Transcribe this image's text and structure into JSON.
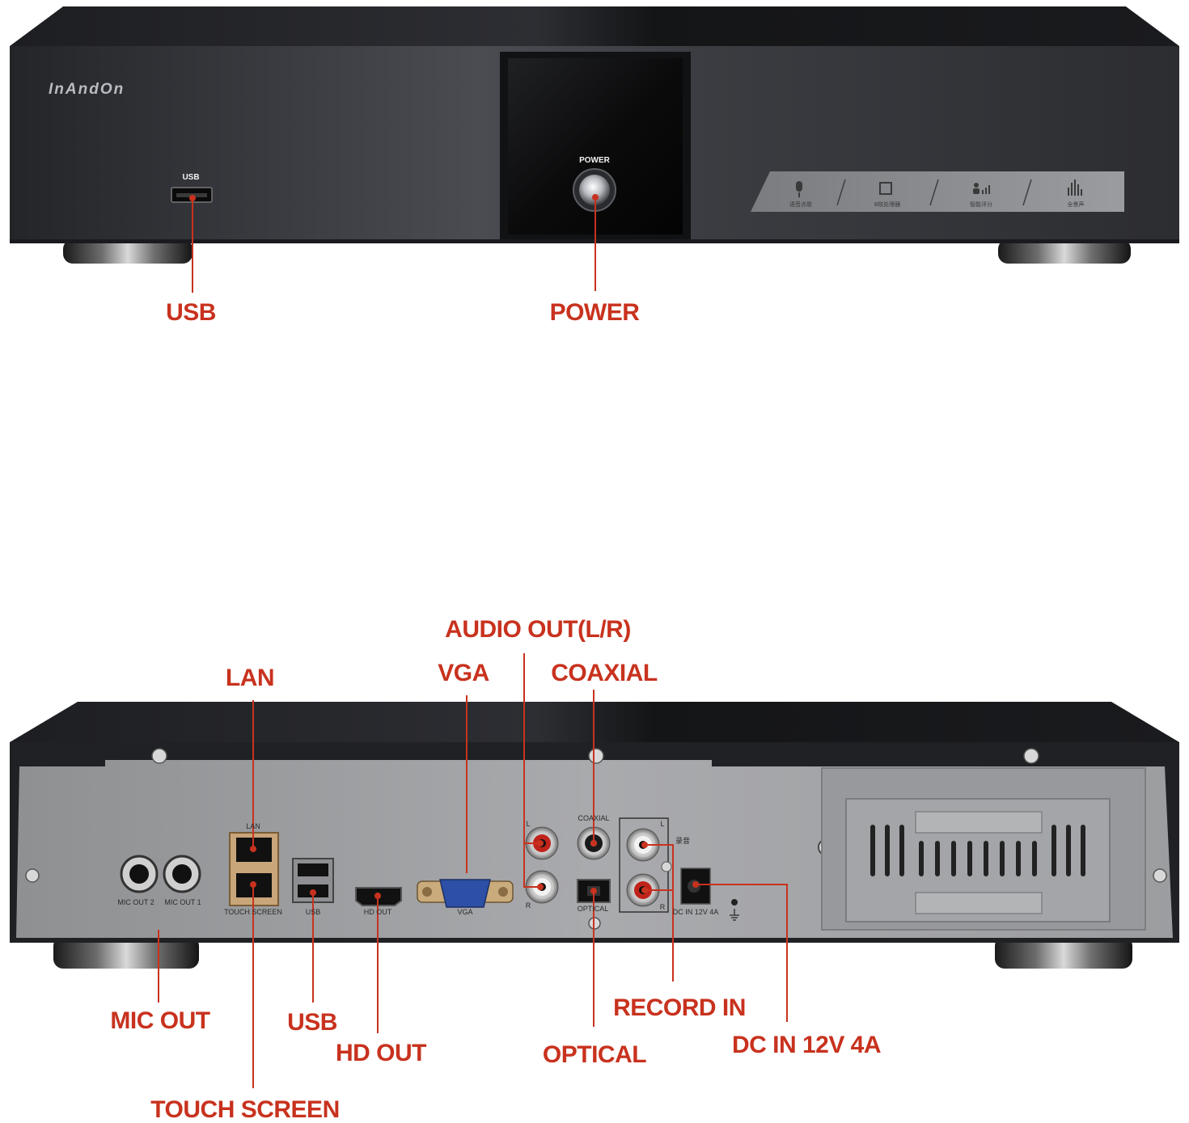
{
  "front": {
    "brand": "InAndOn",
    "usb_print": "USB",
    "power_print": "POWER",
    "features": [
      {
        "label": "语音点歌",
        "icon": "microphone-icon"
      },
      {
        "label": "8核处理器",
        "icon": "chip-icon"
      },
      {
        "label": "智能评分",
        "icon": "scoring-icon"
      },
      {
        "label": "全景声",
        "icon": "equalizer-icon"
      }
    ],
    "callouts": {
      "usb": "USB",
      "power": "POWER"
    }
  },
  "rear": {
    "silkscreen": {
      "mic_out_2": "MIC OUT 2",
      "mic_out_1": "MIC OUT 1",
      "lan": "LAN",
      "touch_screen": "TOUCH SCREEN",
      "usb": "USB",
      "hd_out": "HD OUT",
      "vga": "VGA",
      "l": "L",
      "r": "R",
      "coaxial": "COAXIAL",
      "optical": "OPTICAL",
      "rec_l": "L",
      "rec_r": "R",
      "record_cn": "录音",
      "dc_in": "DC IN 12V 4A"
    },
    "callouts": {
      "audio_out": "AUDIO OUT(L/R)",
      "lan": "LAN",
      "vga": "VGA",
      "coaxial": "COAXIAL",
      "mic_out": "MIC OUT",
      "usb": "USB",
      "hd_out": "HD OUT",
      "optical": "OPTICAL",
      "record_in": "RECORD IN",
      "dc_in": "DC IN 12V 4A",
      "touch_screen": "TOUCH SCREEN"
    }
  },
  "colors": {
    "callout": "#c8321e",
    "chassis": "#2b2c30",
    "panel": "#a4a5a8"
  }
}
